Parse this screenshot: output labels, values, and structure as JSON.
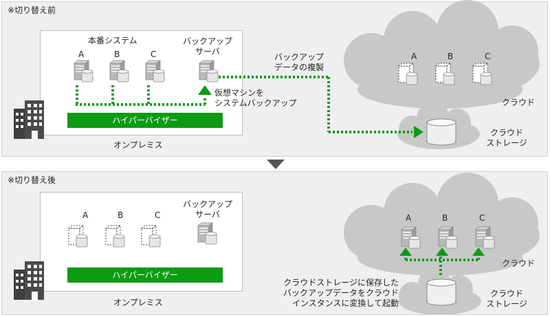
{
  "before": {
    "title": "※切り替え前",
    "production_system": "本番システム",
    "vm_labels": [
      "A",
      "B",
      "C"
    ],
    "backup_server": [
      "バックアップ",
      "サーバ"
    ],
    "hypervisor": "ハイパーバイザー",
    "onpremise": "オンプレミス",
    "copy_label": [
      "バックアップ",
      "データの複製"
    ],
    "vm_backup_label": [
      "仮想マシンを",
      "システムバックアップ"
    ],
    "cloud": "クラウド",
    "cloud_vm_labels": [
      "A",
      "B",
      "C"
    ],
    "cloud_storage": [
      "クラウド",
      "ストレージ"
    ]
  },
  "after": {
    "title": "※切り替え後",
    "vm_labels": [
      "A",
      "B",
      "C"
    ],
    "backup_server": [
      "バックアップ",
      "サーバ"
    ],
    "hypervisor": "ハイパーバイザー",
    "onpremise": "オンプレミス",
    "cloud": "クラウド",
    "cloud_vm_labels": [
      "A",
      "B",
      "C"
    ],
    "cloud_storage": [
      "クラウド",
      "ストレージ"
    ],
    "restore_label": [
      "クラウドストレージに保存した",
      "バックアップデータをクラウド",
      "インスタンスに変換して起動"
    ]
  },
  "colors": {
    "accent_green": "#0d9b14",
    "cloud_gray": "#c8c8c8",
    "panel_bg": "#efefef"
  },
  "icons": [
    "building-icon",
    "server-icon",
    "virtual-server-icon",
    "storage-icon",
    "cloud-icon",
    "arrow-down-icon"
  ]
}
